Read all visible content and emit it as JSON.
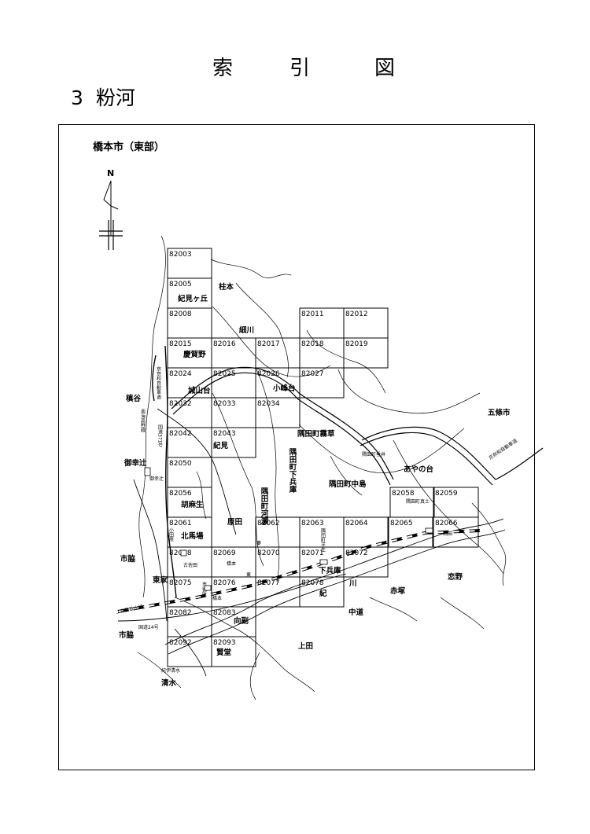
{
  "header": {
    "title_chars": [
      "索",
      "引",
      "図"
    ],
    "section_number": "3",
    "section_name": "粉河"
  },
  "map": {
    "title": "橋本市（東部）",
    "north_label": "N",
    "cells": [
      {
        "id": "82003",
        "col": 0,
        "row": 0
      },
      {
        "id": "82005",
        "col": 0,
        "row": 1
      },
      {
        "id": "82008",
        "col": 0,
        "row": 2
      },
      {
        "id": "82011",
        "col": 4,
        "row": 2
      },
      {
        "id": "82012",
        "col": 5,
        "row": 2
      },
      {
        "id": "82015",
        "col": 0,
        "row": 3
      },
      {
        "id": "82016",
        "col": 1,
        "row": 3
      },
      {
        "id": "82017",
        "col": 2,
        "row": 3
      },
      {
        "id": "82018",
        "col": 4,
        "row": 3
      },
      {
        "id": "82019",
        "col": 5,
        "row": 3
      },
      {
        "id": "82024",
        "col": 0,
        "row": 4
      },
      {
        "id": "82025",
        "col": 1,
        "row": 4
      },
      {
        "id": "82026",
        "col": 2,
        "row": 4
      },
      {
        "id": "82027",
        "col": 4,
        "row": 4
      },
      {
        "id": "82032",
        "col": 0,
        "row": 5
      },
      {
        "id": "82033",
        "col": 1,
        "row": 5
      },
      {
        "id": "82034",
        "col": 2,
        "row": 5
      },
      {
        "id": "82042",
        "col": 0,
        "row": 6
      },
      {
        "id": "82043",
        "col": 1,
        "row": 6
      },
      {
        "id": "82050",
        "col": 0,
        "row": 7
      },
      {
        "id": "82056",
        "col": 0,
        "row": 8
      },
      {
        "id": "82058",
        "col": 7,
        "row": 8
      },
      {
        "id": "82059",
        "col": 8,
        "row": 8
      },
      {
        "id": "82061",
        "col": 0,
        "row": 9
      },
      {
        "id": "82062",
        "col": 2,
        "row": 9
      },
      {
        "id": "82063",
        "col": 3,
        "row": 9
      },
      {
        "id": "82064",
        "col": 4,
        "row": 9
      },
      {
        "id": "82065",
        "col": 5,
        "row": 9
      },
      {
        "id": "82066",
        "col": 6,
        "row": 9
      },
      {
        "id": "82068",
        "col": 0,
        "row": 10
      },
      {
        "id": "82069",
        "col": 1,
        "row": 10
      },
      {
        "id": "82070",
        "col": 2,
        "row": 10
      },
      {
        "id": "82071",
        "col": 3,
        "row": 10
      },
      {
        "id": "82072",
        "col": 4,
        "row": 10
      },
      {
        "id": "82075",
        "col": 0,
        "row": 11
      },
      {
        "id": "82076",
        "col": 1,
        "row": 11
      },
      {
        "id": "82077",
        "col": 2,
        "row": 11
      },
      {
        "id": "82078",
        "col": 3,
        "row": 11
      },
      {
        "id": "82082",
        "col": 0,
        "row": 12
      },
      {
        "id": "82083",
        "col": 1,
        "row": 12
      },
      {
        "id": "82092",
        "col": 0,
        "row": 13
      },
      {
        "id": "82093",
        "col": 1,
        "row": 13
      }
    ],
    "places": [
      {
        "text": "柱本"
      },
      {
        "text": "紀見ヶ丘"
      },
      {
        "text": "細川"
      },
      {
        "text": "慶賀野"
      },
      {
        "text": "城山台"
      },
      {
        "text": "小峰台"
      },
      {
        "text": "槙谷"
      },
      {
        "text": "紀見"
      },
      {
        "text": "隅田町霧草"
      },
      {
        "text": "五條市"
      },
      {
        "text": "御幸辻"
      },
      {
        "text": "隅田町中島"
      },
      {
        "text": "あやの台"
      },
      {
        "text": "胡麻生"
      },
      {
        "text": "原田"
      },
      {
        "text": "北馬場"
      },
      {
        "text": "市脇"
      },
      {
        "text": "東家"
      },
      {
        "text": "赤塚"
      },
      {
        "text": "恋野"
      },
      {
        "text": "中道"
      },
      {
        "text": "向副"
      },
      {
        "text": "上田"
      },
      {
        "text": "賢堂"
      },
      {
        "text": "清水"
      },
      {
        "text": "紀"
      },
      {
        "text": "川"
      },
      {
        "text": "下兵庫"
      },
      {
        "text": "市脇"
      }
    ],
    "small_labels": [
      {
        "text": "隅田町垂井"
      },
      {
        "text": "京奈和自動車道"
      },
      {
        "text": "国道371号"
      },
      {
        "text": "南海高野線"
      },
      {
        "text": "京奈和自動車道"
      },
      {
        "text": "御幸辻"
      },
      {
        "text": "隅田町真土"
      },
      {
        "text": "隅田"
      },
      {
        "text": "小田原"
      },
      {
        "text": "古佐田"
      },
      {
        "text": "橋本"
      },
      {
        "text": "東"
      },
      {
        "text": "市役所"
      },
      {
        "text": "ＪＲ和歌山線"
      },
      {
        "text": "国道24号"
      },
      {
        "text": "紀伊清水"
      },
      {
        "text": "隅田町芋生"
      },
      {
        "text": "隅田町河瀬"
      },
      {
        "text": "隅田町下兵庫"
      },
      {
        "text": "橋本"
      },
      {
        "text": "妻"
      }
    ]
  }
}
